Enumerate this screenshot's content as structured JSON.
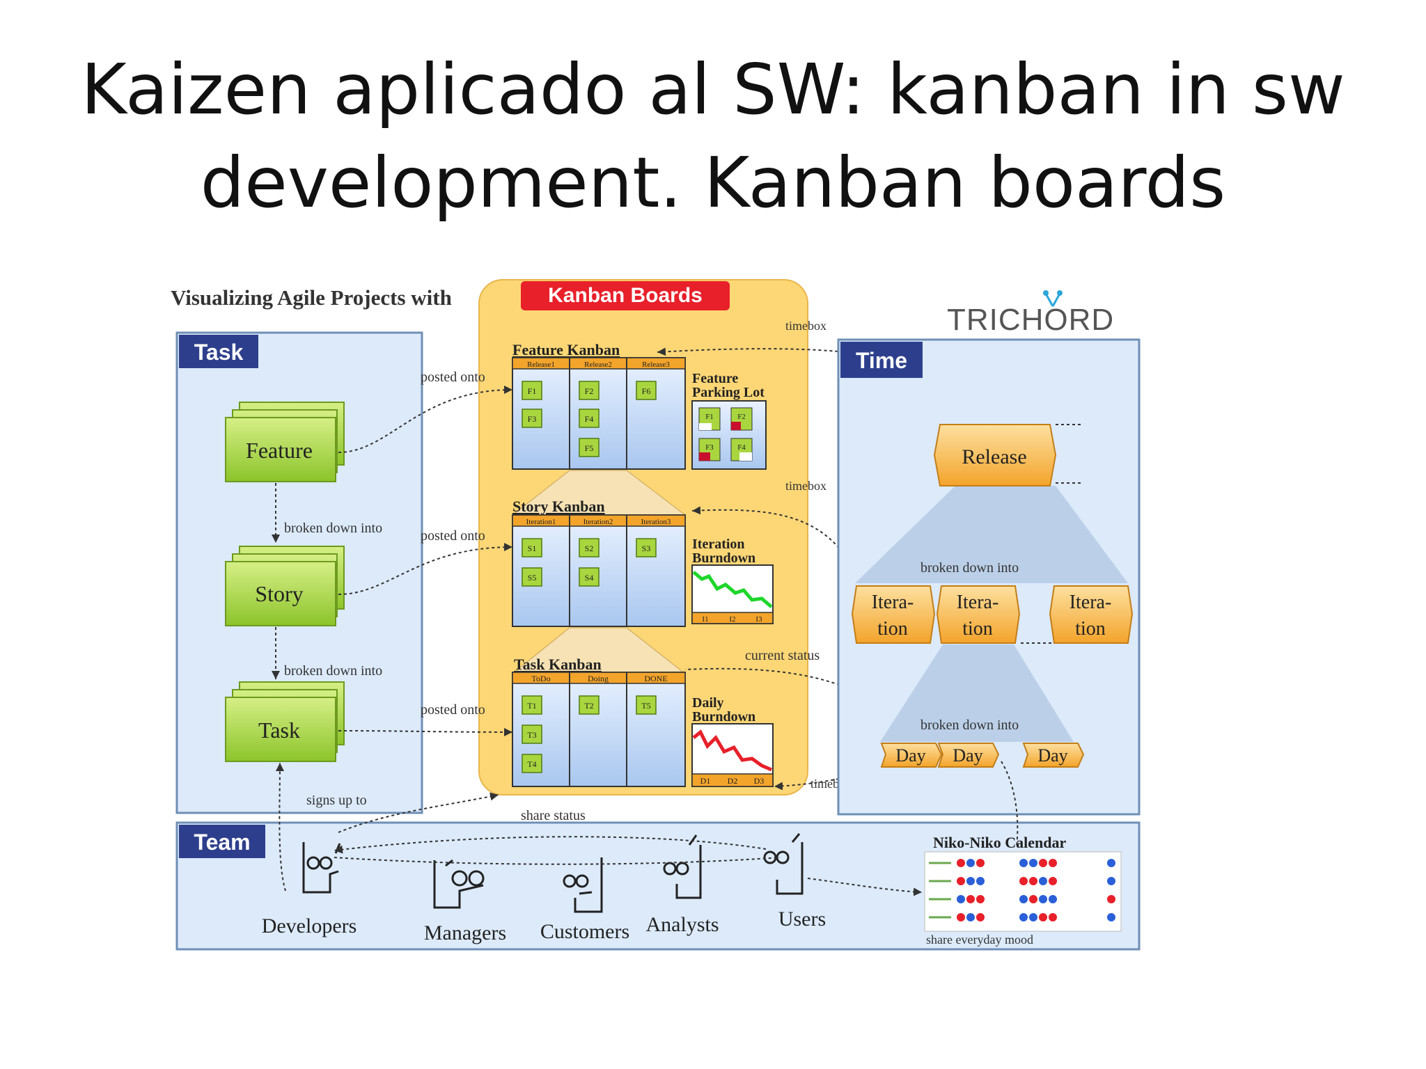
{
  "slide": {
    "title_line1": "Kaizen aplicado al SW: kanban in sw",
    "title_line2": "development. Kanban boards"
  },
  "diagram": {
    "heading_prefix": "Visualizing Agile Projects with",
    "heading_badge": "Kanban Boards",
    "brand": "TRICHORD",
    "task_panel": {
      "label": "Task",
      "feature": "Feature",
      "story": "Story",
      "task": "Task",
      "broken_down_into": "broken down into",
      "signs_up_to": "signs up to"
    },
    "boards": {
      "feature_kanban": {
        "title": "Feature Kanban",
        "columns": [
          "Release1",
          "Release2",
          "Release3"
        ],
        "cards": [
          "F1",
          "F3",
          "F2",
          "F4",
          "F5",
          "F6"
        ],
        "side_title_1": "Feature",
        "side_title_2": "Parking Lot",
        "parking_cards": [
          "F1",
          "F2",
          "F3",
          "F4"
        ]
      },
      "story_kanban": {
        "title": "Story Kanban",
        "columns": [
          "Iteration1",
          "Iteration2",
          "Iteration3"
        ],
        "cards": [
          "S1",
          "S5",
          "S2",
          "S4",
          "S3"
        ],
        "side_title_1": "Iteration",
        "side_title_2": "Burndown",
        "chart_ticks": [
          "I1",
          "I2",
          "I3"
        ]
      },
      "task_kanban": {
        "title": "Task Kanban",
        "columns": [
          "ToDo",
          "Doing",
          "DONE"
        ],
        "cards": [
          "T1",
          "T3",
          "T4",
          "T2",
          "T5"
        ],
        "side_title_1": "Daily",
        "side_title_2": "Burndown",
        "chart_ticks": [
          "D1",
          "D2",
          "D3"
        ]
      },
      "posted_onto": "posted onto",
      "timebox": "timebox",
      "current_status": "current status"
    },
    "time_panel": {
      "label": "Time",
      "release": "Release",
      "iteration_line1": "Itera-",
      "iteration_line2": "tion",
      "broken_down_into": "broken down into",
      "day": "Day"
    },
    "team_panel": {
      "label": "Team",
      "members": [
        "Developers",
        "Managers",
        "Customers",
        "Analysts",
        "Users"
      ],
      "share_status": "share status",
      "calendar_title": "Niko-Niko Calendar",
      "calendar_caption": "share everyday mood"
    },
    "colors": {
      "panel_fill": "#dceafa",
      "panel_border": "#6f8fb5",
      "label_fill": "#2d3f8c",
      "kanban_zone": "#fdd776",
      "badge_red": "#e8202a",
      "green_card": "#a9d63f",
      "orange_card": "#f7b33d"
    }
  }
}
